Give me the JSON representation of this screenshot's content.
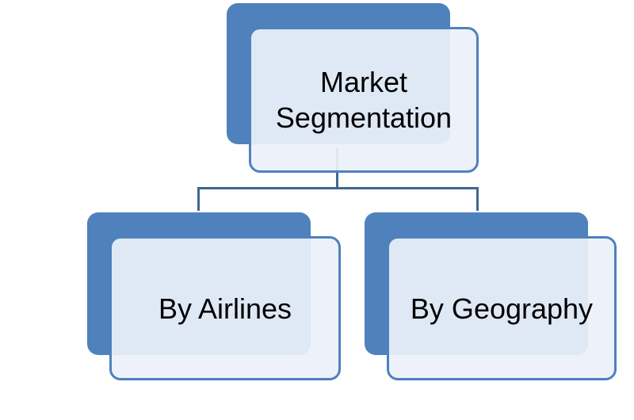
{
  "diagram": {
    "root": {
      "label_line1": "Market",
      "label_line2": "Segmentation"
    },
    "children": [
      {
        "label": "By Airlines"
      },
      {
        "label": "By Geography"
      }
    ]
  },
  "colors": {
    "node_back": "#4f81bd",
    "node_front": "#ebf1fa",
    "connector": "#3f6791"
  }
}
